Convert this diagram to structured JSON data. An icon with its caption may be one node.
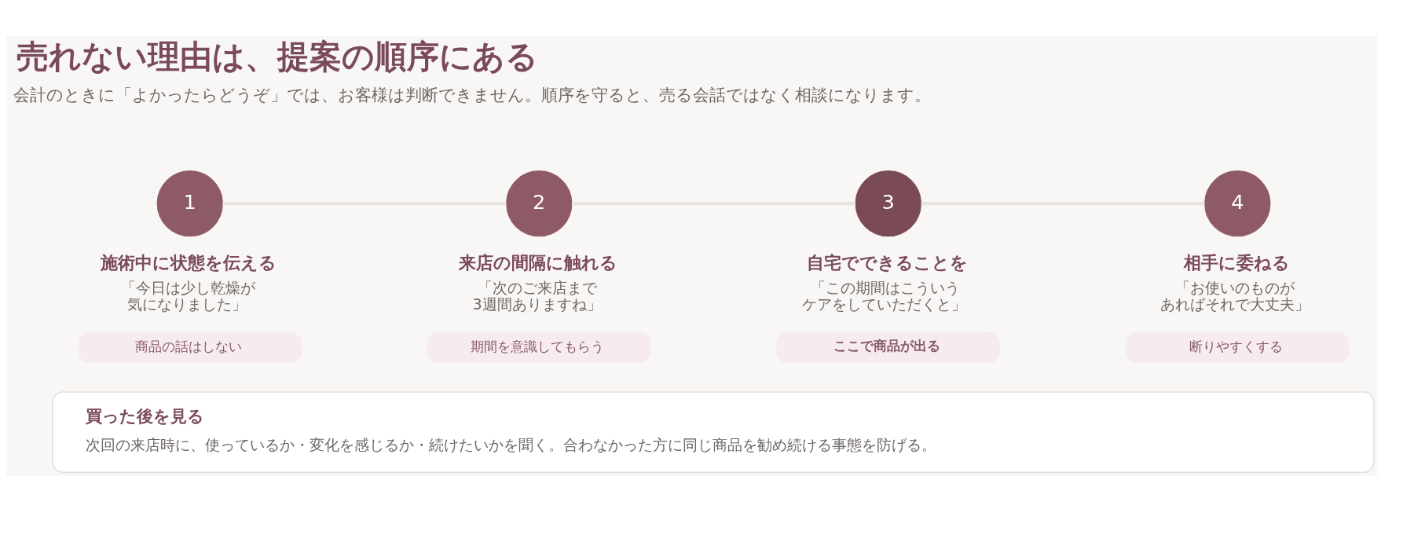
{
  "diagram": {
    "title": "売れない理由は、提案の順序にある",
    "nodes": [
      {
        "text": [
          "1"
        ],
        "beside": [
          "施術中に状態を伝える",
          "「今日は少し乾燥が気になりました」"
        ]
      },
      {
        "text": [
          "商品の話はしない"
        ]
      },
      {
        "text": [
          "2"
        ],
        "beside": [
          "来店の間隔に触れる",
          "「次のご来店まで3週間ありますね」"
        ]
      },
      {
        "text": [
          "期間を意識してもらう"
        ]
      },
      {
        "text": [
          "3"
        ],
        "beside": [
          "自宅でできることを",
          "「この期間はこういうケアをしていただくと」"
        ]
      },
      {
        "text": [
          "ここで商品が出る"
        ]
      },
      {
        "text": [
          "4"
        ],
        "beside": [
          "相手に委ねる",
          "「お使いのものがあればそれで大丈夫」"
        ]
      },
      {
        "text": [
          "断りやすくする"
        ]
      },
      {
        "text": [
          "買った後を見る",
          "次回の来店時に、使っているか・変化を感じるか・続けたいかを聞く。合わなかった方に同じ商品を勧め続ける事態を防げる。"
        ]
      }
    ],
    "edges": [
      {
        "from": 0,
        "to": 2,
        "arrow": "none"
      },
      {
        "from": 2,
        "to": 4,
        "arrow": "none"
      },
      {
        "from": 4,
        "to": 6,
        "arrow": "none"
      }
    ],
    "labels": [
      "会計のときに「よかったらどうぞ」では、お客様は判断できません。順序を守ると、売る会話ではなく相談になります。"
    ]
  }
}
